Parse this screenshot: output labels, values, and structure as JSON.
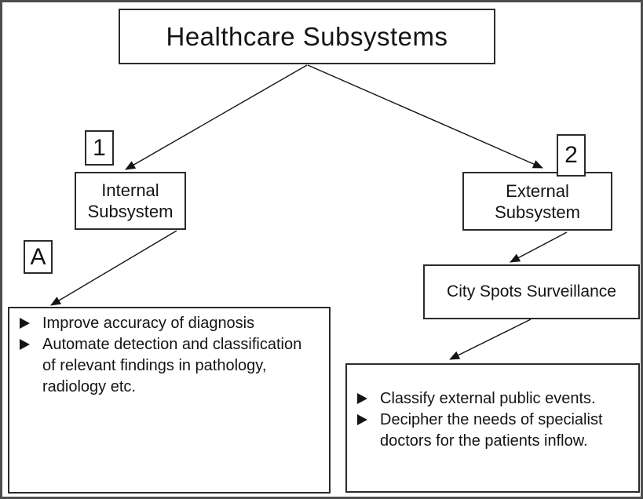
{
  "diagram": {
    "title": "Healthcare Subsystems",
    "labels": {
      "one": "1",
      "two": "2",
      "a": "A"
    },
    "internal": {
      "line1": "Internal",
      "line2": "Subsystem"
    },
    "external": {
      "line1": "External",
      "line2": "Subsystem"
    },
    "surveillance": "City Spots Surveillance",
    "internal_details": {
      "bullets": [
        "Improve accuracy of diagnosis",
        "Automate detection and classification of relevant findings in pathology, radiology etc."
      ]
    },
    "external_details": {
      "bullets": [
        "Classify external public events.",
        "Decipher the needs of specialist doctors for the patients inflow."
      ]
    },
    "colors": {
      "background": "#ffffff",
      "box_border": "#2b2b2b",
      "outer_border": "#4d4d4d",
      "text": "#141414"
    }
  }
}
